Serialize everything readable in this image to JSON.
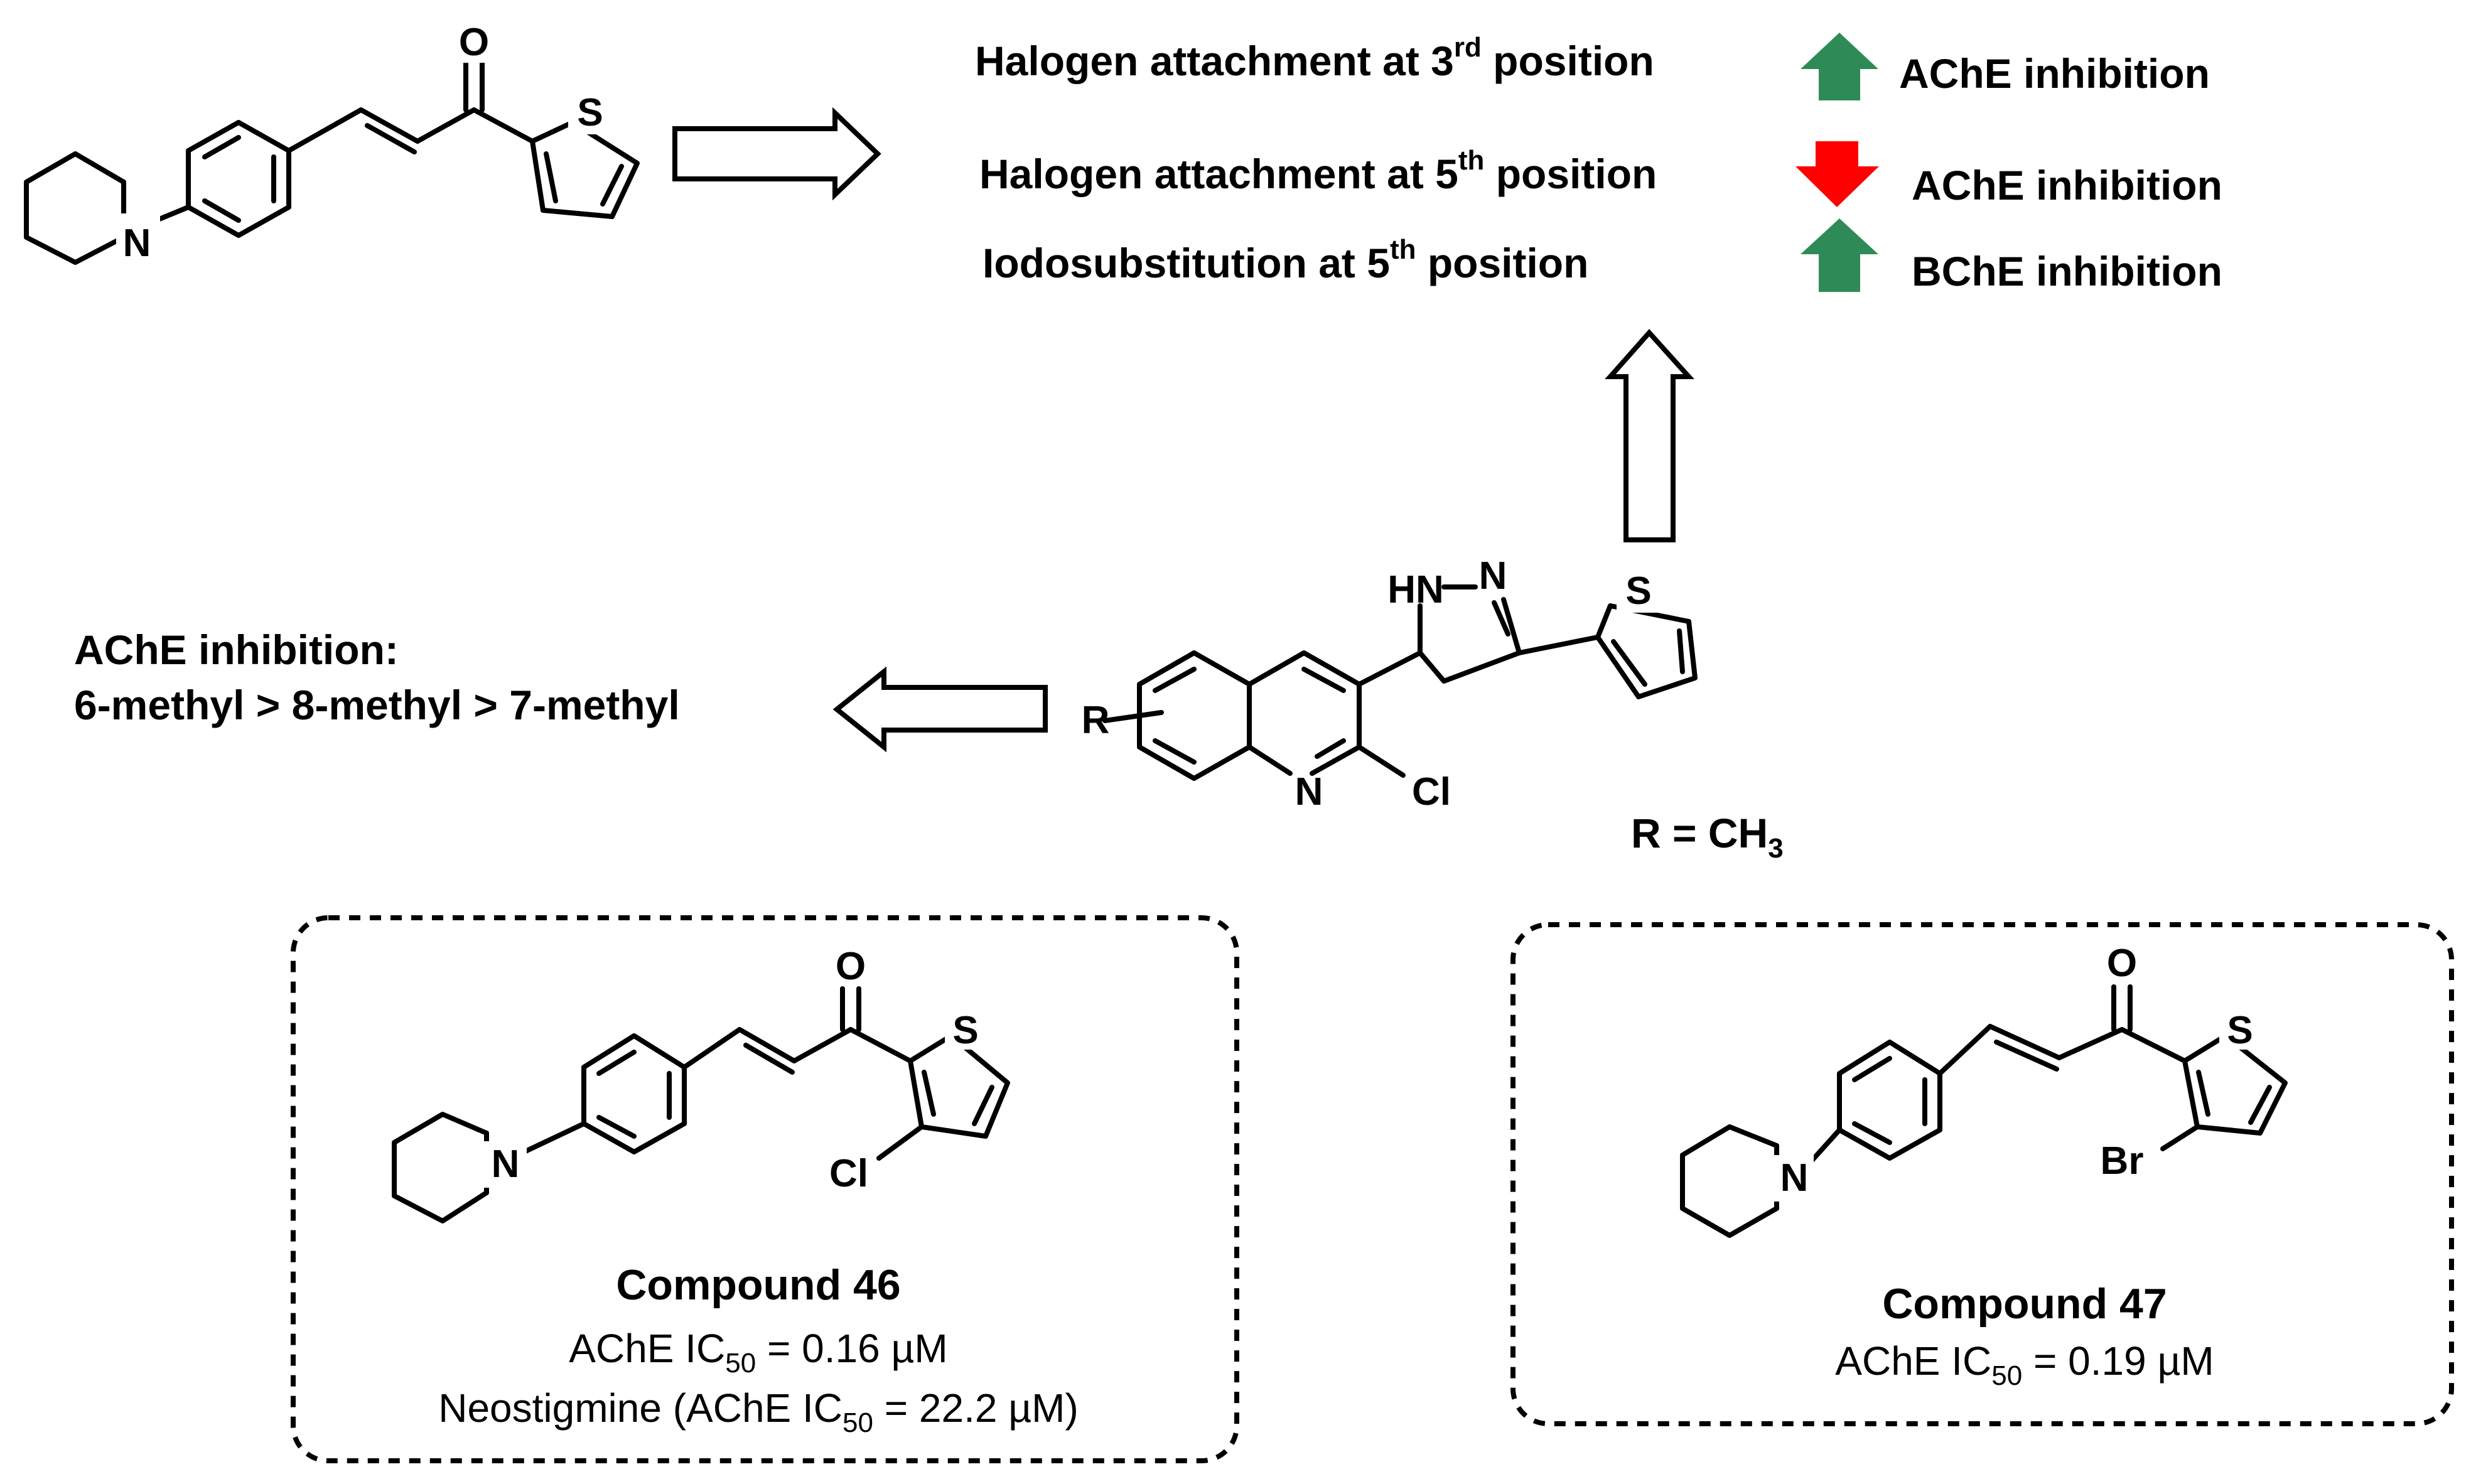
{
  "sar": {
    "line1": {
      "pre": "Halogen attachment at 3",
      "sup": "rd",
      "post": " position"
    },
    "line2": {
      "pre": "Halogen attachment at 5",
      "sup": "th",
      "post": " position"
    },
    "line3": {
      "pre": "Iodosubstitution at 5",
      "sup": "th",
      "post": " position"
    },
    "effect1": "AChE inhibition",
    "effect2": "AChE inhibition",
    "effect3": "BChE inhibition",
    "arrow_colors": {
      "up": "#2e8b57",
      "down": "#ff0000"
    }
  },
  "methyl_sar": {
    "title": "AChE inhibition:",
    "order": "6-methyl > 8-methyl > 7-methyl"
  },
  "r_definition": {
    "pre": "R = CH",
    "sub": "3"
  },
  "atoms": {
    "O": "O",
    "S": "S",
    "N": "N",
    "Cl": "Cl",
    "Br": "Br",
    "R": "R",
    "HN": "HN"
  },
  "compound46": {
    "name": "Compound 46",
    "ic50": {
      "pre": "AChE IC",
      "sub": "50",
      "post": " = 0.16 µM"
    },
    "reference": {
      "pre": "Neostigmine (AChE IC",
      "sub": "50",
      "post": " = 22.2 µM)"
    }
  },
  "compound47": {
    "name": "Compound 47",
    "ic50": {
      "pre": "AChE IC",
      "sub": "50",
      "post": " = 0.19 µM"
    }
  }
}
